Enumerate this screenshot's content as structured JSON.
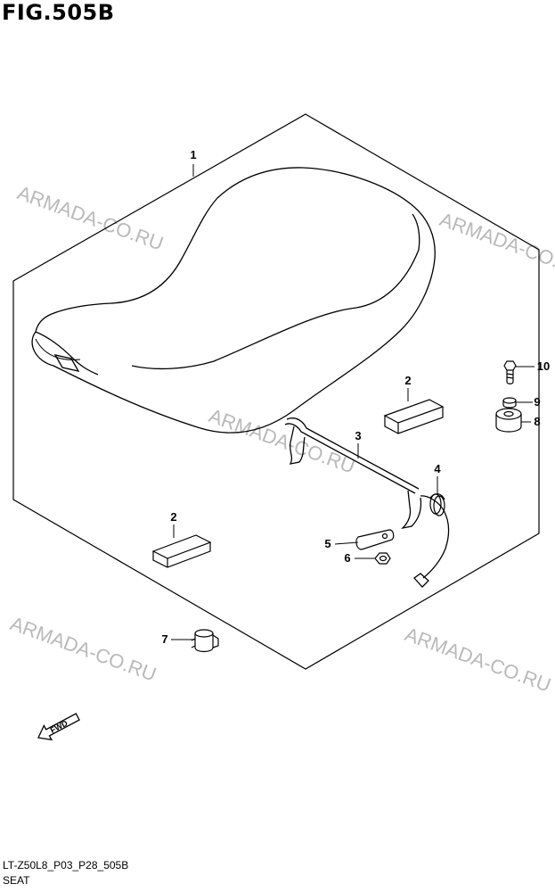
{
  "figure": {
    "title": "FIG.505B"
  },
  "watermark": {
    "text": "ARMADA-CO.RU"
  },
  "parts": [
    {
      "ref": "1",
      "part": "seat"
    },
    {
      "ref": "2",
      "part": "pad"
    },
    {
      "ref": "2",
      "part": "pad"
    },
    {
      "ref": "3",
      "part": "seat-lock-rod"
    },
    {
      "ref": "4",
      "part": "clip"
    },
    {
      "ref": "5",
      "part": "plate"
    },
    {
      "ref": "6",
      "part": "nut"
    },
    {
      "ref": "7",
      "part": "cushion"
    },
    {
      "ref": "8",
      "part": "cushion"
    },
    {
      "ref": "9",
      "part": "washer"
    },
    {
      "ref": "10",
      "part": "bolt"
    }
  ],
  "direction": {
    "label": "FWD"
  },
  "footer": {
    "drawing_code": "LT-Z50L8_P03_P28_505B",
    "drawing_name": "SEAT"
  },
  "colors": {
    "line": "#000000",
    "watermark": "#b9b9b9",
    "background": "#ffffff"
  },
  "icons": [
    "fwd-arrow-icon"
  ]
}
